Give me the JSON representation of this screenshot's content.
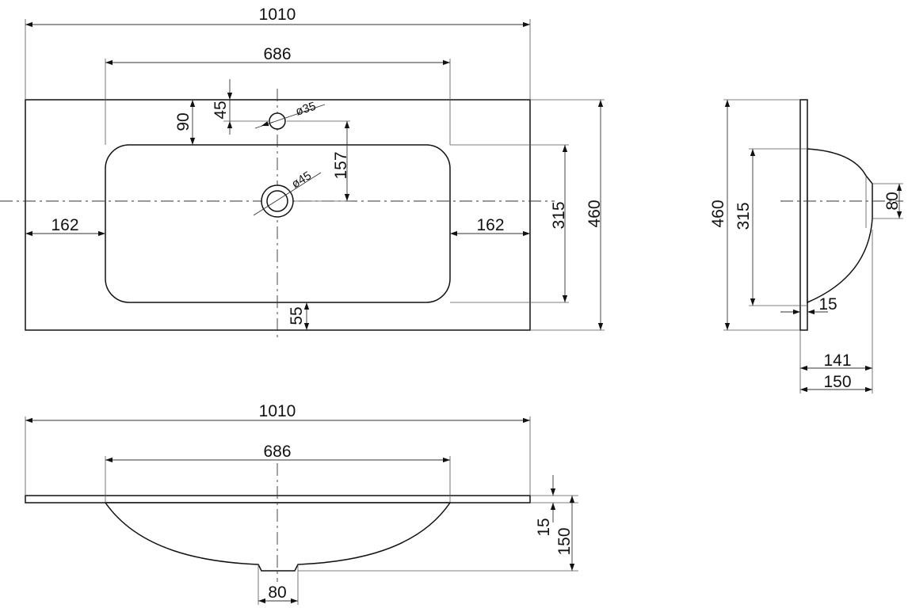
{
  "top_view": {
    "overall_width": "1010",
    "bowl_width": "686",
    "tap_hole_offset": "45",
    "bowl_top_offset": "90",
    "tap_hole_diameter": "ø35",
    "drain_diameter": "ø45",
    "drain_offset": "157",
    "left_margin": "162",
    "right_margin": "162",
    "bowl_depth": "315",
    "overall_depth": "460",
    "bowl_bottom_margin": "55"
  },
  "side_view": {
    "overall_depth": "460",
    "bowl_depth": "315",
    "drain_width": "80",
    "slab_thickness": "15",
    "bowl_projection": "141",
    "overall_height": "150"
  },
  "front_view": {
    "overall_width": "1010",
    "bowl_width": "686",
    "slab_thickness": "15",
    "overall_height": "150",
    "drain_width": "80"
  }
}
